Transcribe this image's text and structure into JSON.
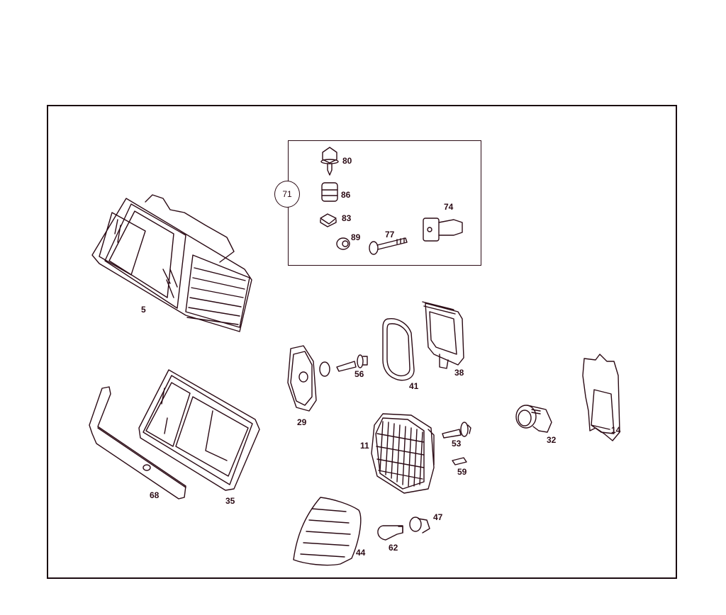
{
  "diagram": {
    "type": "exploded-parts-diagram",
    "subject": "headlamp assembly",
    "colors": {
      "line": "#2a0a14",
      "accent_fringe": "#c8104a",
      "background": "#ffffff"
    },
    "inset": {
      "group_label": "71",
      "parts": [
        "80",
        "86",
        "83",
        "89",
        "77",
        "74"
      ]
    },
    "parts": [
      {
        "id": "5",
        "label": "5",
        "desc": "headlamp housing with lens and indicator"
      },
      {
        "id": "35",
        "label": "35",
        "desc": "headlamp lens frame"
      },
      {
        "id": "68",
        "label": "68",
        "desc": "trim strip"
      },
      {
        "id": "29",
        "label": "29",
        "desc": "reflector"
      },
      {
        "id": "56",
        "label": "56",
        "desc": "bulb"
      },
      {
        "id": "41",
        "label": "41",
        "desc": "gasket"
      },
      {
        "id": "38",
        "label": "38",
        "desc": "cover"
      },
      {
        "id": "11",
        "label": "11",
        "desc": "fog lamp insert"
      },
      {
        "id": "53",
        "label": "53",
        "desc": "bulb"
      },
      {
        "id": "59",
        "label": "59",
        "desc": "small bulb"
      },
      {
        "id": "32",
        "label": "32",
        "desc": "socket"
      },
      {
        "id": "14",
        "label": "14",
        "desc": "bracket"
      },
      {
        "id": "44",
        "label": "44",
        "desc": "indicator lens"
      },
      {
        "id": "62",
        "label": "62",
        "desc": "bulb"
      },
      {
        "id": "47",
        "label": "47",
        "desc": "bulb holder"
      },
      {
        "id": "80",
        "label": "80",
        "desc": "screw"
      },
      {
        "id": "86",
        "label": "86",
        "desc": "spacer"
      },
      {
        "id": "83",
        "label": "83",
        "desc": "clip nut"
      },
      {
        "id": "89",
        "label": "89",
        "desc": "nut"
      },
      {
        "id": "77",
        "label": "77",
        "desc": "bolt"
      },
      {
        "id": "74",
        "label": "74",
        "desc": "adjuster"
      }
    ],
    "group_circle_label": "71"
  }
}
